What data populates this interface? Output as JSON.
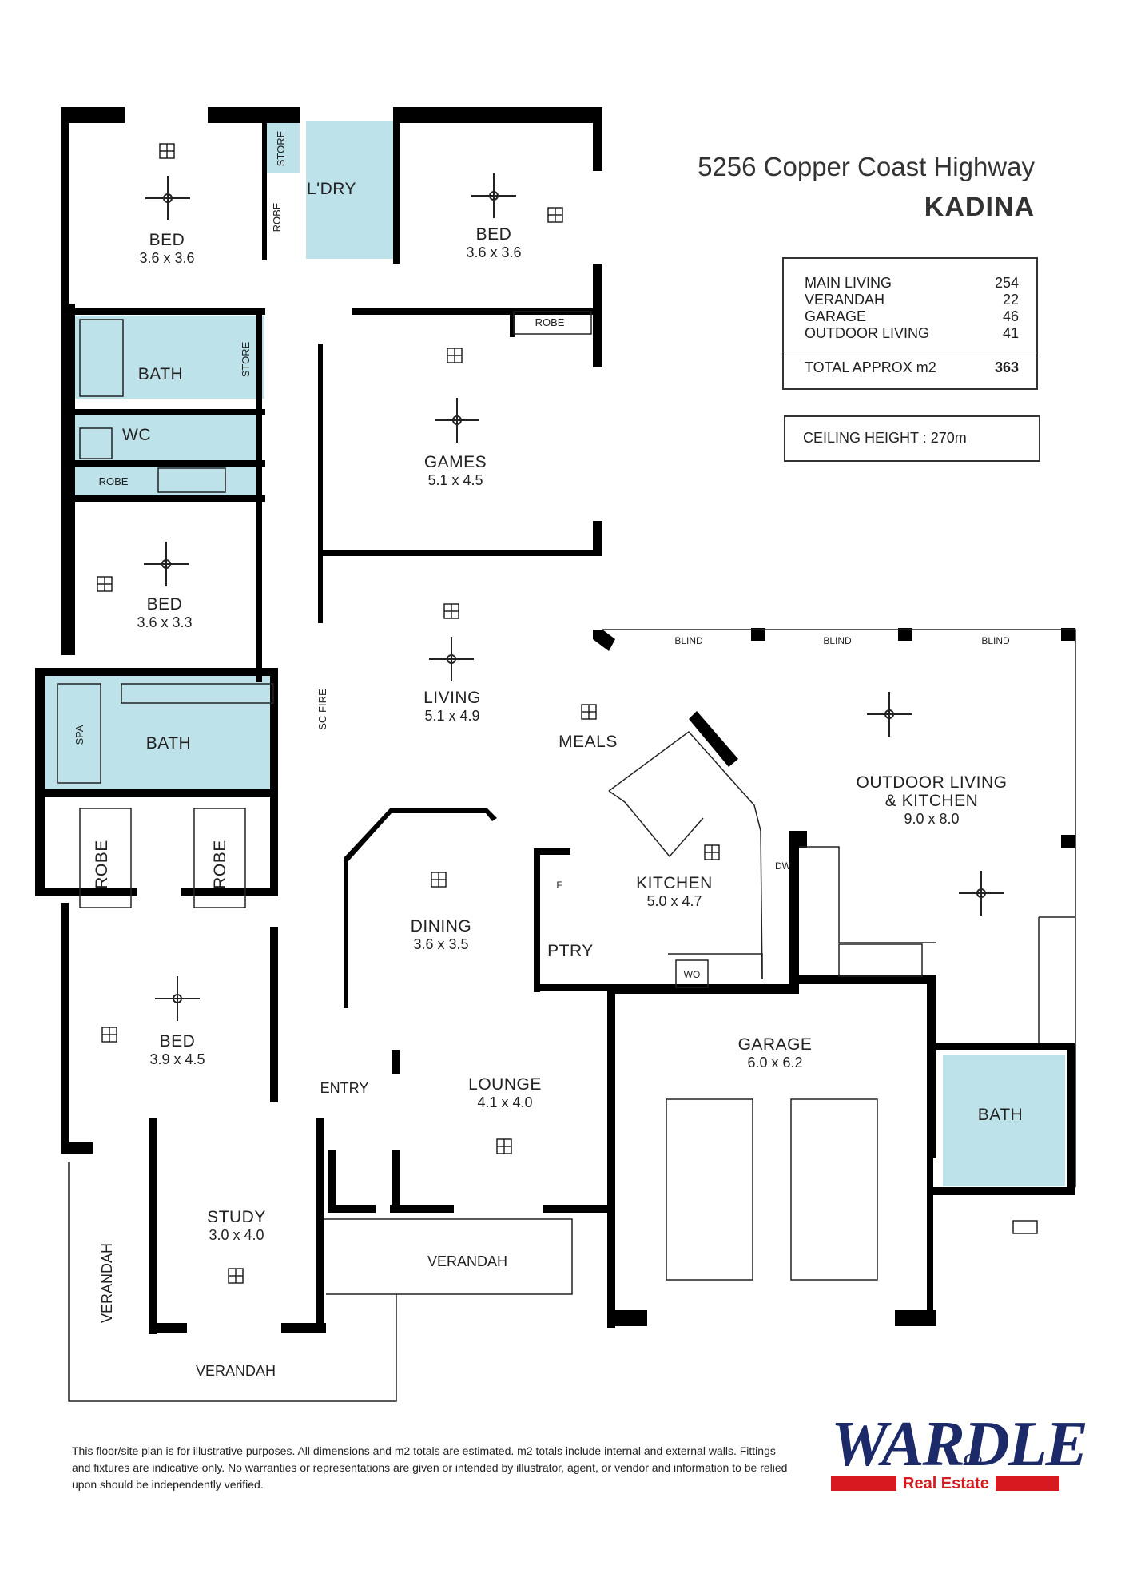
{
  "header": {
    "address": "5256 Copper Coast Highway",
    "town": "KADINA"
  },
  "areas": {
    "rows": [
      {
        "label": "MAIN LIVING",
        "value": "254"
      },
      {
        "label": "VERANDAH",
        "value": "22"
      },
      {
        "label": "GARAGE",
        "value": "46"
      },
      {
        "label": "OUTDOOR LIVING",
        "value": "41"
      }
    ],
    "total_label": "TOTAL APPROX m2",
    "total_value": "363"
  },
  "ceiling": "CEILING HEIGHT : 270m",
  "rooms": {
    "bed1": {
      "name": "BED",
      "dim": "3.6 x 3.6"
    },
    "bed2": {
      "name": "BED",
      "dim": "3.6 x 3.6"
    },
    "bed3": {
      "name": "BED",
      "dim": "3.6 x 3.3"
    },
    "bed4": {
      "name": "BED",
      "dim": "3.9 x 4.5"
    },
    "games": {
      "name": "GAMES",
      "dim": "5.1 x 4.5"
    },
    "living": {
      "name": "LIVING",
      "dim": "5.1 x 4.9"
    },
    "meals": {
      "name": "MEALS"
    },
    "outdoor": {
      "name1": "OUTDOOR LIVING",
      "name2": "& KITCHEN",
      "dim": "9.0 x 8.0"
    },
    "kitchen": {
      "name": "KITCHEN",
      "dim": "5.0 x 4.7"
    },
    "dining": {
      "name": "DINING",
      "dim": "3.6 x 3.5"
    },
    "lounge": {
      "name": "LOUNGE",
      "dim": "4.1 x 4.0"
    },
    "garage": {
      "name": "GARAGE",
      "dim": "6.0 x 6.2"
    },
    "study": {
      "name": "STUDY",
      "dim": "3.0 x 4.0"
    },
    "entry": {
      "name": "ENTRY"
    },
    "laundry": {
      "name": "L'DRY"
    },
    "pantry": {
      "name": "PTRY"
    },
    "bath1": {
      "name": "BATH"
    },
    "bath2": {
      "name": "BATH"
    },
    "bath3": {
      "name": "BATH"
    },
    "wc": {
      "name": "WC"
    }
  },
  "minor_labels": {
    "store": "STORE",
    "robe": "ROBE",
    "spa": "SPA",
    "sc_fire": "SC FIRE",
    "blind": "BLIND",
    "dw": "DW",
    "wo": "WO",
    "f": "F",
    "verandah": "VERANDAH"
  },
  "disclaimer": "This floor/site plan is for illustrative purposes. All dimensions and m2 totals are estimated. m2 totals include internal and external walls. Fittings and fixtures are indicative only. No warranties or representations are given or intended by illustrator, agent, or vendor and information to be relied upon should be independently verified.",
  "logo": {
    "word": "WARDLE",
    "co": "Co.",
    "sub": "Real Estate"
  },
  "colors": {
    "wet_area": "#bde2ea",
    "brand_blue": "#1d2a6a",
    "brand_red": "#d71920"
  }
}
